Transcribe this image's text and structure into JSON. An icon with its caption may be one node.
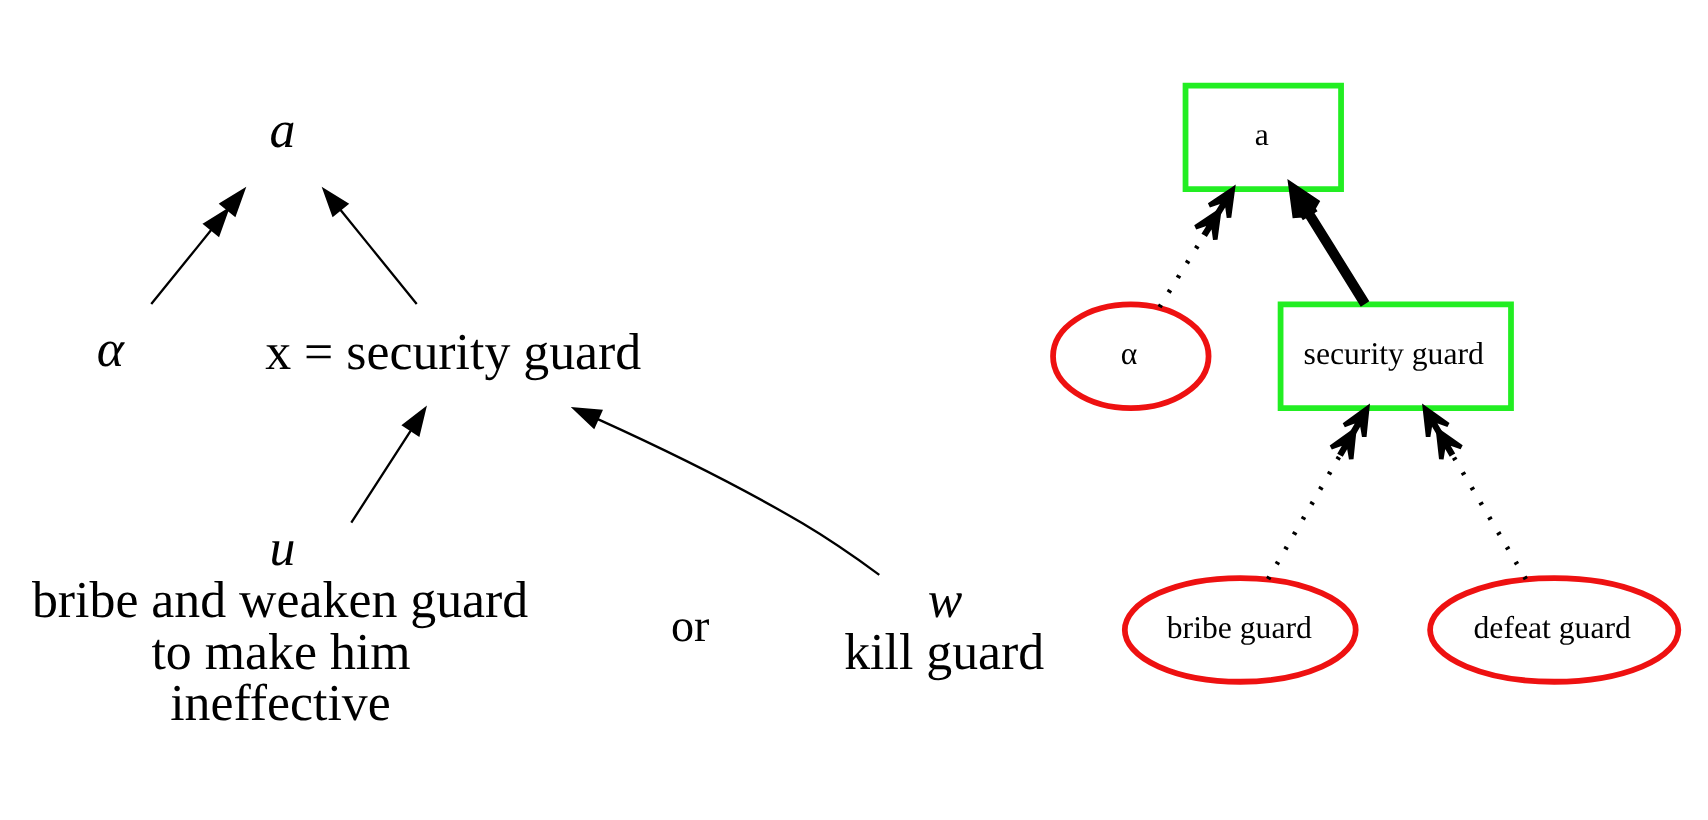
{
  "diagram": {
    "nodes": [
      {
        "text": [
          "a"
        ]
      },
      {
        "text": [
          "α"
        ]
      },
      {
        "text": [
          "x = security guard"
        ]
      },
      {
        "text": [
          "u",
          "bribe and weaken guard to make him ineffective"
        ]
      },
      {
        "text": [
          "w",
          "kill guard"
        ]
      },
      {
        "text": [
          "a"
        ]
      },
      {
        "text": [
          "α"
        ]
      },
      {
        "text": [
          "security guard"
        ]
      },
      {
        "text": [
          "bribe guard"
        ]
      },
      {
        "text": [
          "defeat guard"
        ]
      }
    ],
    "edges": [
      {
        "from": 1,
        "to": 0,
        "arrow": "to"
      },
      {
        "from": 2,
        "to": 0,
        "arrow": "to"
      },
      {
        "from": 3,
        "to": 2,
        "arrow": "to"
      },
      {
        "from": 4,
        "to": 2,
        "arrow": "to"
      },
      {
        "from": 6,
        "to": 5,
        "arrow": "to",
        "style": "dashed"
      },
      {
        "from": 7,
        "to": 5,
        "arrow": "to",
        "style": "thick"
      },
      {
        "from": 8,
        "to": 7,
        "arrow": "to",
        "style": "dashed"
      },
      {
        "from": 9,
        "to": 7,
        "arrow": "to",
        "style": "dashed"
      }
    ],
    "labels": [
      "or"
    ]
  }
}
